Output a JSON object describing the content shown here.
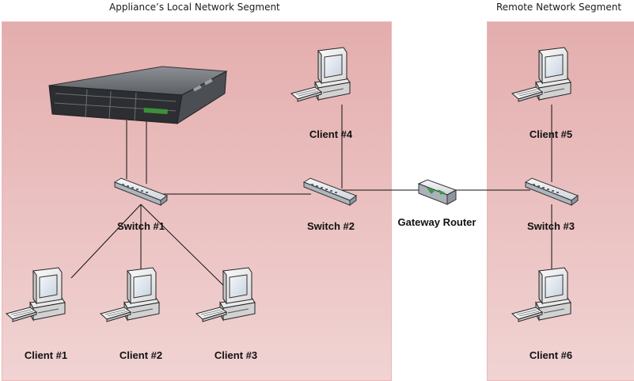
{
  "segments": {
    "local_title": "Appliance’s Local Network Segment",
    "remote_title": "Remote Network Segment"
  },
  "nodes": {
    "client_1": "Client #1",
    "client_2": "Client #2",
    "client_3": "Client #3",
    "client_4": "Client #4",
    "client_5": "Client #5",
    "client_6": "Client #6",
    "switch_1": "Switch #1",
    "switch_2": "Switch #2",
    "switch_3": "Switch #3",
    "gateway": "Gateway Router"
  },
  "colors": {
    "zone_fill": "#e6b2b2",
    "link": "#111111",
    "device_body": "#f2f2f2"
  },
  "icons": {
    "server": "rack-server-icon",
    "client": "desktop-computer-icon",
    "switch": "network-switch-icon",
    "router": "router-icon"
  }
}
